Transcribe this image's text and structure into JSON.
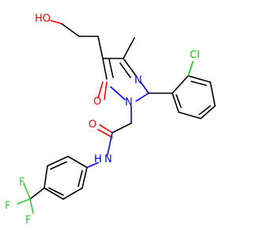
{
  "molecule": {
    "atoms": {
      "hydroxyl": "HO",
      "carbonyl_ring_o": "O",
      "amide_o": "O",
      "ring_n1": "N",
      "ring_n3": "N",
      "amide_n": "N",
      "amide_h": "H",
      "chlorine": "Cl",
      "fluorine_top": "F",
      "fluorine_left": "F",
      "fluorine_bottom": "F"
    },
    "colors": {
      "carbon_bond": "#000000",
      "oxygen": "#ff0000",
      "nitrogen": "#0000ff",
      "chlorine": "#00cc00",
      "fluorine": "#33cc33"
    }
  }
}
